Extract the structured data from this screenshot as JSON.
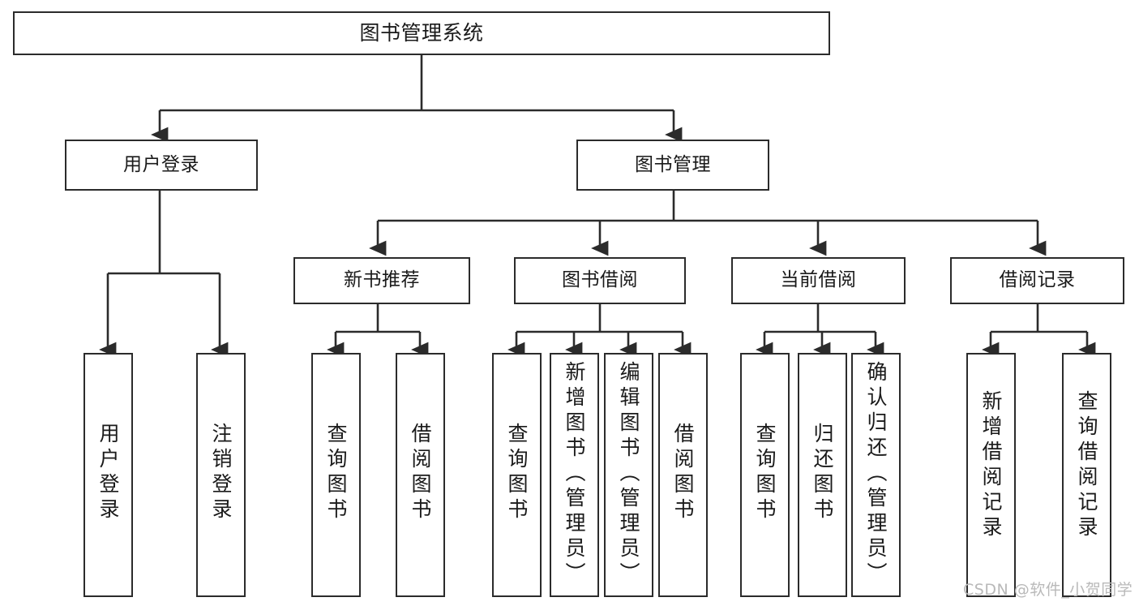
{
  "diagram": {
    "title": "图书管理系统",
    "type": "hierarchy-tree",
    "watermark": "CSDN @软件_小贺同学",
    "colors": {
      "box_border": "#2b2b2b",
      "box_fill": "#ffffff",
      "connector": "#2b2b2b",
      "text": "#1a1a1a",
      "watermark": "#b9b9b9"
    },
    "root": {
      "label": "图书管理系统"
    },
    "level1": [
      {
        "id": "user-login",
        "label": "用户登录"
      },
      {
        "id": "book-manage",
        "label": "图书管理"
      }
    ],
    "level2": [
      {
        "id": "new-book-recommend",
        "label": "新书推荐",
        "parent": "book-manage"
      },
      {
        "id": "book-borrow",
        "label": "图书借阅",
        "parent": "book-manage"
      },
      {
        "id": "current-borrow",
        "label": "当前借阅",
        "parent": "book-manage"
      },
      {
        "id": "borrow-record",
        "label": "借阅记录",
        "parent": "book-manage"
      }
    ],
    "leaves": {
      "user_login": [
        {
          "id": "leaf-user-login",
          "label": "用户登录"
        },
        {
          "id": "leaf-logout-login",
          "label": "注销登录"
        }
      ],
      "new_book_recommend": [
        {
          "id": "leaf-query-book-1",
          "label": "查询图书"
        },
        {
          "id": "leaf-borrow-book-1",
          "label": "借阅图书"
        }
      ],
      "book_borrow": [
        {
          "id": "leaf-query-book-2",
          "label": "查询图书"
        },
        {
          "id": "leaf-add-book",
          "label": "新增图书（管理员）"
        },
        {
          "id": "leaf-edit-book",
          "label": "编辑图书（管理员）"
        },
        {
          "id": "leaf-borrow-book-2",
          "label": "借阅图书"
        }
      ],
      "current_borrow": [
        {
          "id": "leaf-query-book-3",
          "label": "查询图书"
        },
        {
          "id": "leaf-return-book",
          "label": "归还图书"
        },
        {
          "id": "leaf-confirm-return",
          "label": "确认归还（管理员）"
        }
      ],
      "borrow_record": [
        {
          "id": "leaf-add-record",
          "label": "新增借阅记录"
        },
        {
          "id": "leaf-query-record",
          "label": "查询借阅记录"
        }
      ]
    }
  }
}
